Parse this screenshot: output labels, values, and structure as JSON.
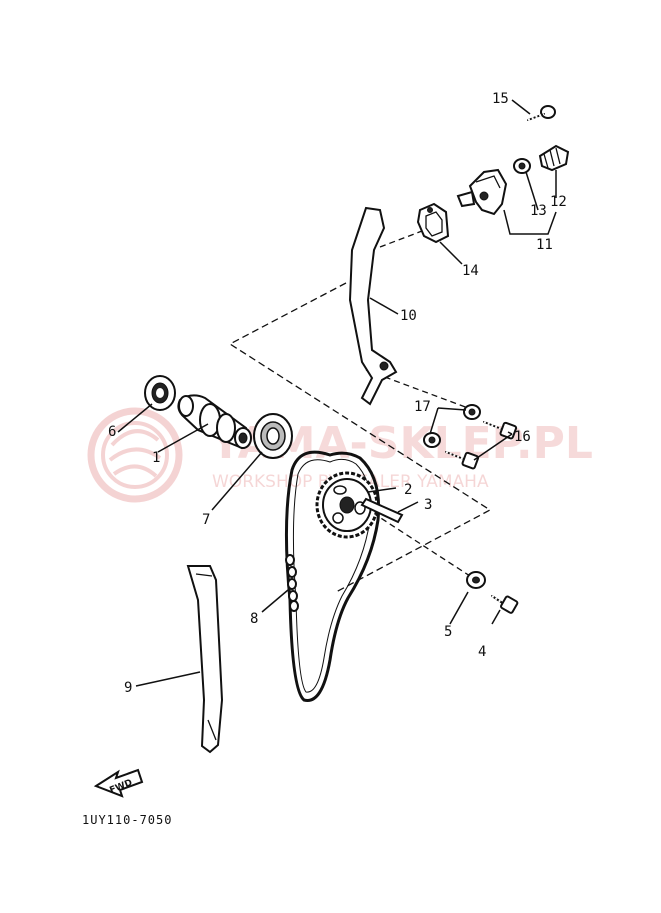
{
  "diagram": {
    "callouts": [
      {
        "id": "1",
        "text": "1"
      },
      {
        "id": "2",
        "text": "2"
      },
      {
        "id": "3",
        "text": "3"
      },
      {
        "id": "4",
        "text": "4"
      },
      {
        "id": "5",
        "text": "5"
      },
      {
        "id": "6",
        "text": "6"
      },
      {
        "id": "7",
        "text": "7"
      },
      {
        "id": "8",
        "text": "8"
      },
      {
        "id": "9",
        "text": "9"
      },
      {
        "id": "10",
        "text": "10"
      },
      {
        "id": "11",
        "text": "11"
      },
      {
        "id": "12",
        "text": "12"
      },
      {
        "id": "13",
        "text": "13"
      },
      {
        "id": "14",
        "text": "14"
      },
      {
        "id": "15",
        "text": "15"
      },
      {
        "id": "16",
        "text": "16"
      },
      {
        "id": "17",
        "text": "17"
      }
    ],
    "fwd_label": "FWD",
    "figure_code": "1UY110-7050"
  },
  "watermark": {
    "text": "YAMA-SKLEP.PL",
    "subtext": "WORKSHOP BY DEALER YAMAHA",
    "color": "#d23a3a"
  }
}
